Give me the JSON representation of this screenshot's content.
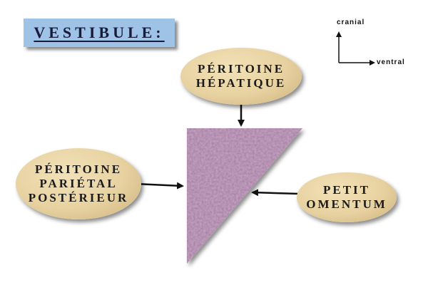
{
  "title": "VESTIBULE:",
  "orientation": {
    "up_label": "cranial",
    "right_label": "ventral"
  },
  "labels": {
    "hepatique": [
      "PÉRITOINE",
      "HÉPATIQUE"
    ],
    "parietal": [
      "PÉRITOINE",
      "PARIÉTAL",
      "POSTÉRIEUR"
    ],
    "omentum": [
      "PETIT",
      "OMENTUM"
    ]
  },
  "colors": {
    "title_box": "#9ec3e6",
    "oval_fill": "#e7d1a0",
    "triangle_fill": "#c9a6c6",
    "arrow": "#111111"
  }
}
